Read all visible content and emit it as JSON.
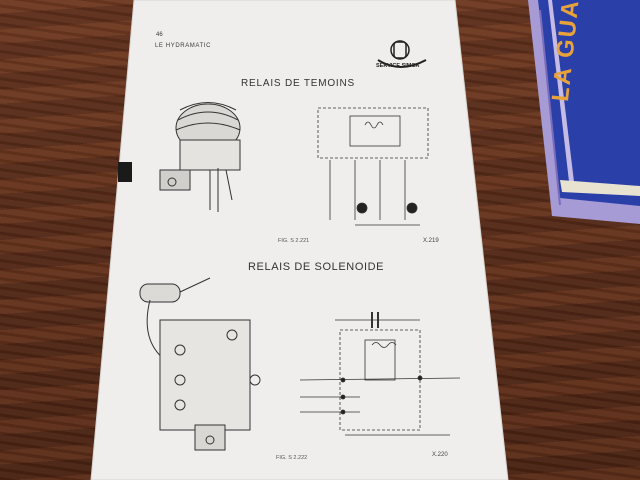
{
  "page": {
    "number": "46",
    "header": "LE HYDRAMATIC",
    "logo_text": "SERVICE SIMCA"
  },
  "section1": {
    "title": "RELAIS DE TEMOINS",
    "figure": "FIG. S 2.221",
    "code": "X.219"
  },
  "section2": {
    "title": "RELAIS DE SOLENOIDE",
    "figure": "FIG. S 2.222",
    "code": "X.220"
  },
  "book": {
    "title": "LA GUADELOUPE"
  },
  "colors": {
    "wood": "#5a2f1c",
    "paper": "#efeeec",
    "book_blue": "#2b3fa8",
    "book_border": "#9f8fd0",
    "book_letters": "#e8a23a"
  }
}
